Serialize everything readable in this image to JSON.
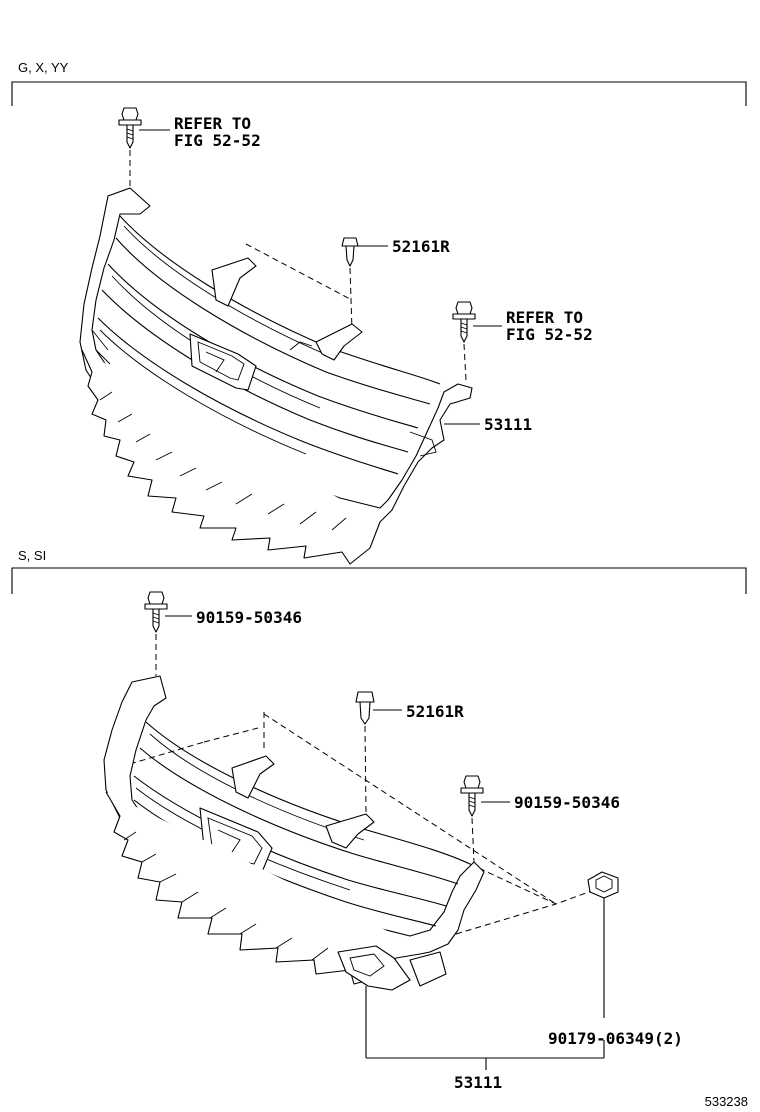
{
  "sections": [
    {
      "label": "G, X, YY",
      "callouts": {
        "bolt_ref": [
          "REFER TO",
          "FIG 52-52"
        ],
        "clip": "52161R",
        "bolt_ref_right": [
          "REFER TO",
          "FIG 52-52"
        ],
        "grille": "53111"
      }
    },
    {
      "label": "S, SI",
      "callouts": {
        "bolt_top": "90159-50346",
        "clip": "52161R",
        "bolt_right": "90159-50346",
        "nut": "90179-06349(2)",
        "grille": "53111"
      }
    }
  ],
  "illustration_code": "533238"
}
